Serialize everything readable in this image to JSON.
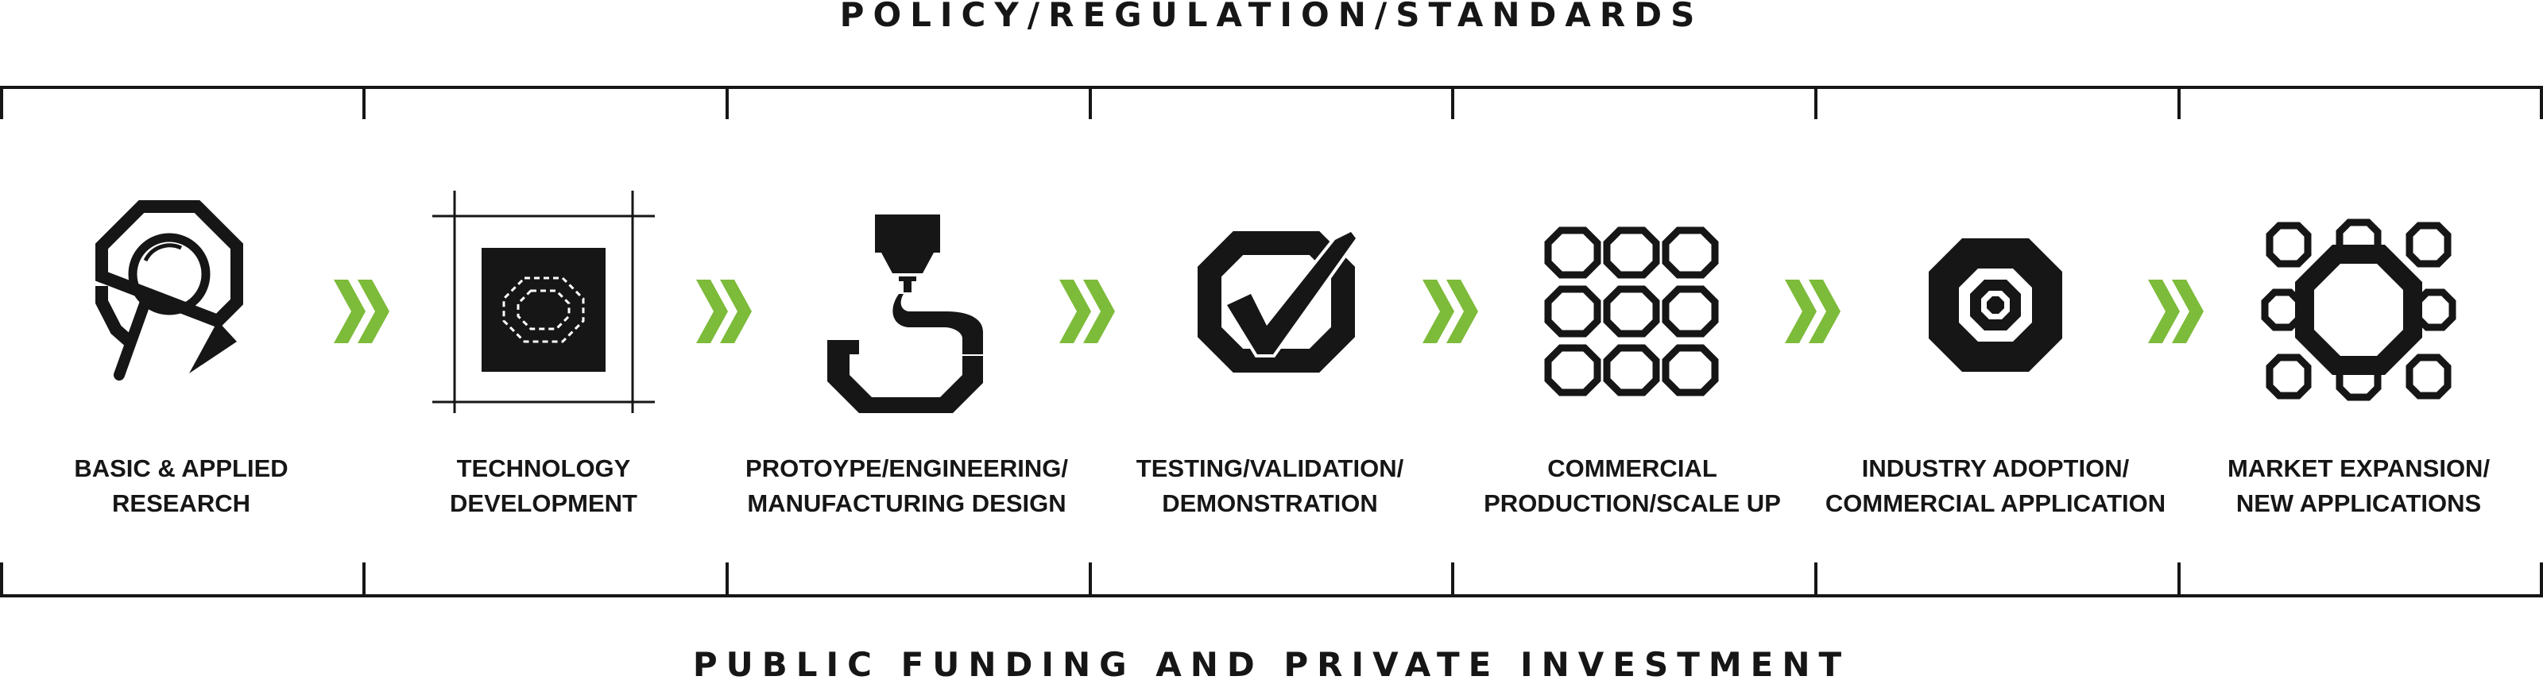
{
  "top_banner": "POLICY/REGULATION/STANDARDS",
  "bottom_banner": "PUBLIC FUNDING AND PRIVATE INVESTMENT",
  "colors": {
    "ink": "#161616",
    "arrow": "#7dbb3a"
  },
  "stages": [
    {
      "icon": "magnifier-octagon-icon",
      "lines": [
        "BASIC & APPLIED",
        "RESEARCH"
      ]
    },
    {
      "icon": "blueprint-octagon-icon",
      "lines": [
        "TECHNOLOGY",
        "DEVELOPMENT"
      ]
    },
    {
      "icon": "crane-hook-icon",
      "lines": [
        "PROTOYPE/ENGINEERING/",
        "MANUFACTURING DESIGN"
      ]
    },
    {
      "icon": "checkmark-octagon-icon",
      "lines": [
        "TESTING/VALIDATION/",
        "DEMONSTRATION"
      ]
    },
    {
      "icon": "octagon-grid-icon",
      "lines": [
        "COMMERCIAL",
        "PRODUCTION/SCALE UP"
      ]
    },
    {
      "icon": "concentric-octagons-icon",
      "lines": [
        "INDUSTRY ADOPTION/",
        "COMMERCIAL APPLICATION"
      ]
    },
    {
      "icon": "octagon-cluster-icon",
      "lines": [
        "MARKET EXPANSION/",
        "NEW APPLICATIONS"
      ]
    }
  ]
}
